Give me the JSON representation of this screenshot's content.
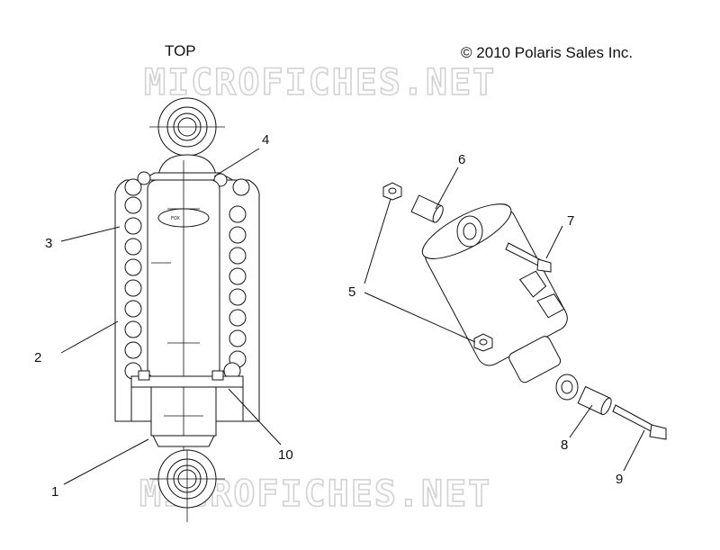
{
  "header": {
    "orientation_label": "TOP",
    "copyright": "© 2010 Polaris Sales Inc."
  },
  "watermark": {
    "top": "MICROFICHES.NET",
    "bottom": "MICROFICHES.NET"
  },
  "body_marking": "FOX",
  "callouts": {
    "c1": "1",
    "c2": "2",
    "c3": "3",
    "c4": "4",
    "c5": "5",
    "c6": "6",
    "c7": "7",
    "c8": "8",
    "c9": "9",
    "c10": "10"
  }
}
